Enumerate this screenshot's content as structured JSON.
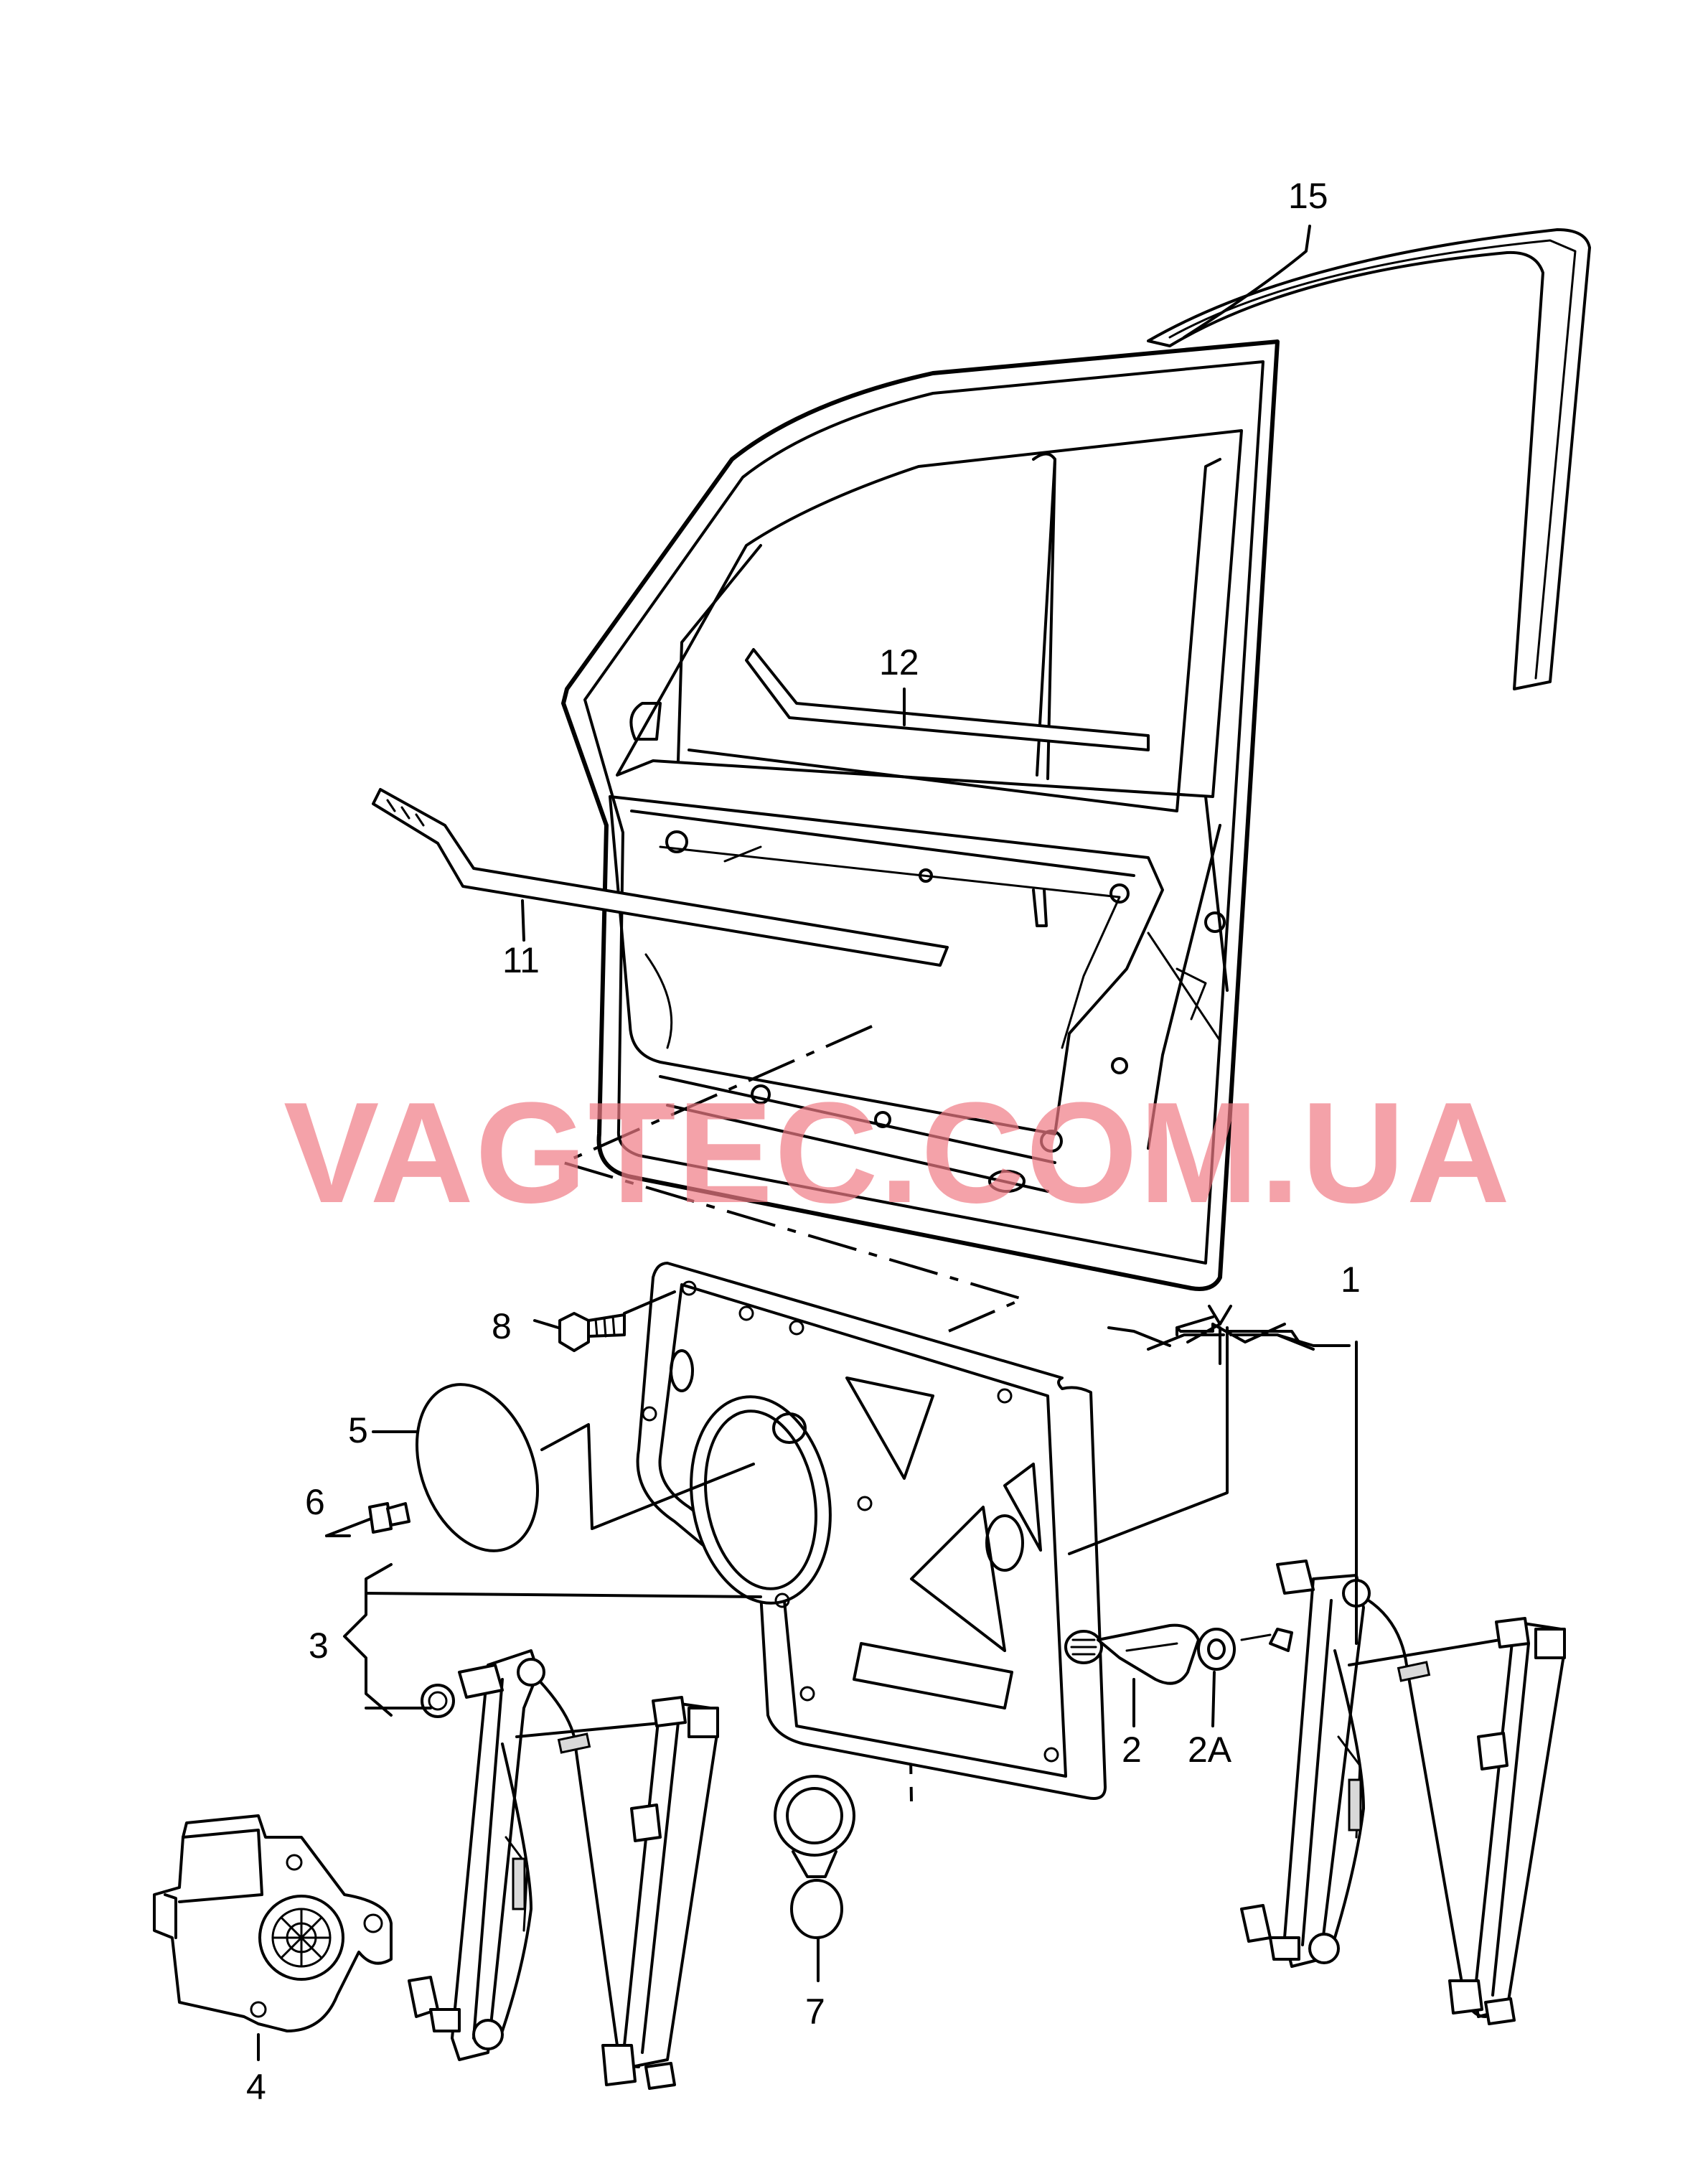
{
  "watermark": "VAGTEC.COM.UA",
  "watermark_color": "#f07a85",
  "callouts": {
    "c1": "1",
    "c2": "2",
    "c2a": "2A",
    "c3": "3",
    "c4": "4",
    "c5": "5",
    "c6": "6",
    "c7": "7",
    "c8": "8",
    "c11": "11",
    "c12": "12",
    "c15": "15"
  }
}
